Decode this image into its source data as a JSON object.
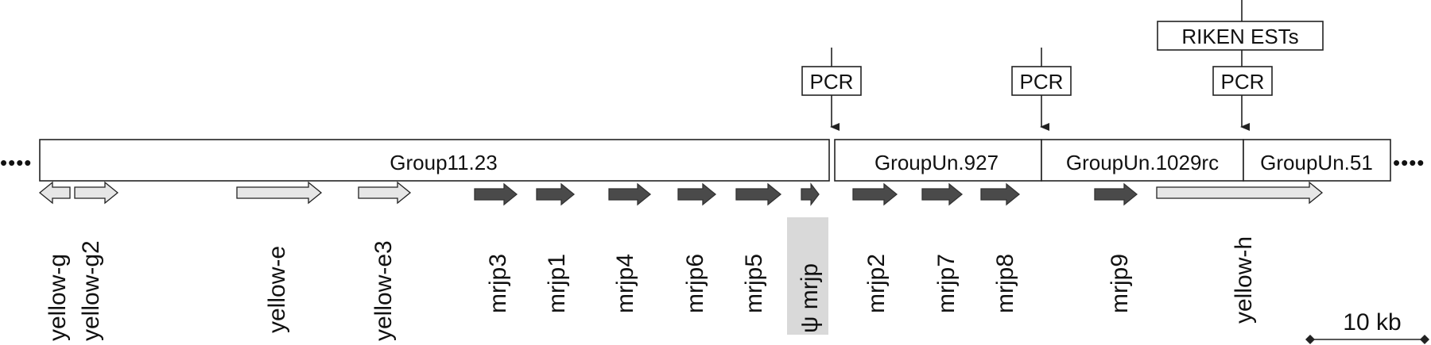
{
  "scaffolds": [
    {
      "label": "Group11.23"
    },
    {
      "label": "GroupUn.927"
    },
    {
      "label": "GroupUn.1029rc"
    },
    {
      "label": "GroupUn.51"
    }
  ],
  "markers": [
    {
      "label": "PCR"
    },
    {
      "label": "PCR"
    },
    {
      "label": "PCR"
    },
    {
      "label": "RIKEN ESTs"
    }
  ],
  "genes": [
    {
      "label": "yellow-g",
      "kind": "yellow",
      "direction": "left"
    },
    {
      "label": "yellow-g2",
      "kind": "yellow",
      "direction": "right"
    },
    {
      "label": "yellow-e",
      "kind": "yellow",
      "direction": "right"
    },
    {
      "label": "yellow-e3",
      "kind": "yellow",
      "direction": "right"
    },
    {
      "label": "mrjp3",
      "kind": "mrjp",
      "direction": "right"
    },
    {
      "label": "mrjp1",
      "kind": "mrjp",
      "direction": "right"
    },
    {
      "label": "mrjp4",
      "kind": "mrjp",
      "direction": "right"
    },
    {
      "label": "mrjp6",
      "kind": "mrjp",
      "direction": "right"
    },
    {
      "label": "mrjp5",
      "kind": "mrjp",
      "direction": "right"
    },
    {
      "label": "ψ mrjp",
      "kind": "pseudo",
      "direction": "right"
    },
    {
      "label": "mrjp2",
      "kind": "mrjp",
      "direction": "right"
    },
    {
      "label": "mrjp7",
      "kind": "mrjp",
      "direction": "right"
    },
    {
      "label": "mrjp8",
      "kind": "mrjp",
      "direction": "right"
    },
    {
      "label": "mrjp9",
      "kind": "mrjp",
      "direction": "right"
    },
    {
      "label": "yellow-h",
      "kind": "yellow",
      "direction": "right"
    }
  ],
  "scale_bar": {
    "label": "10 kb"
  },
  "continuation": {
    "symbol": "••••"
  },
  "colors": {
    "yellow_fill": "#e6e6e6",
    "mrjp_fill": "#4a4a4a",
    "pseudo_highlight": "#d9d9d9",
    "outline": "#222222"
  }
}
